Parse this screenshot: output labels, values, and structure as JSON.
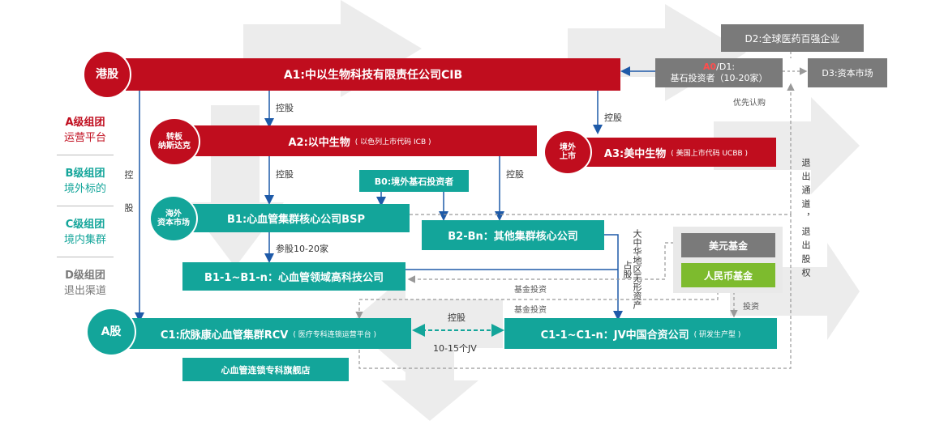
{
  "colors": {
    "red": "#c00d1e",
    "teal": "#13a59a",
    "gray": "#7a7a7a",
    "green": "#7dbb2e"
  },
  "legend": [
    {
      "title": "A级组团",
      "sub": "运营平台",
      "color": "#c00d1e"
    },
    {
      "title": "B级组团",
      "sub": "境外标的",
      "color": "#13a59a"
    },
    {
      "title": "C级组团",
      "sub": "境内集群",
      "color": "#13a59a"
    },
    {
      "title": "D级组团",
      "sub": "退出渠道",
      "color": "#7a7a7a"
    }
  ],
  "circles": {
    "hk": "港股",
    "otc_1": "转板",
    "otc_2": "纳斯达克",
    "overseas_1": "海外",
    "overseas_2": "资本市场",
    "us_1": "境外",
    "us_2": "上市",
    "ashare": "A股"
  },
  "boxes": {
    "a1": "A1:中以生物科技有限责任公司CIB",
    "a2": "A2:以中生物",
    "a2_note": "( 以色列上市代码 ICB )",
    "a3": "A3:美中生物",
    "a3_note": "( 美国上市代码 UCBB )",
    "d2": "D2:全球医药百强企业",
    "a0_red": "A0",
    "a0_rest": "/D1:",
    "a0_line2": "基石投资者（10-20家）",
    "d3": "D3:资本市场",
    "b0": "B0:境外基石投资者",
    "b1": "B1:心血管集群核心公司BSP",
    "b2": "B2-Bn：其他集群核心公司",
    "b11": "B1-1~B1-n：心血管领域高科技公司",
    "usd_fund": "美元基金",
    "rmb_fund": "人民币基金",
    "c1": "C1:欣脉康心血管集群RCV",
    "c1_note": "( 医疗专科连锁运营平台 )",
    "c11": "C1-1~C1-n：JV中国合资公司",
    "c11_note": "( 研发生产型 )",
    "flagship": "心血管连锁专科旗舰店"
  },
  "labels": {
    "konggu": "控股",
    "konggu2": "控股",
    "konggu3": "控股",
    "konggu4": "控股",
    "konggu5": "控股",
    "left_vert": "控股",
    "preferred": "优先认购",
    "canggu": "参股10-20家",
    "fund_invest": "基金投资",
    "fund_invest2": "基金投资",
    "invest": "投资",
    "jv": "10-15个JV",
    "china_intangible": "大中华地区无形资产",
    "stake": "占股",
    "exit_channel": "退出通道，退出股权"
  }
}
